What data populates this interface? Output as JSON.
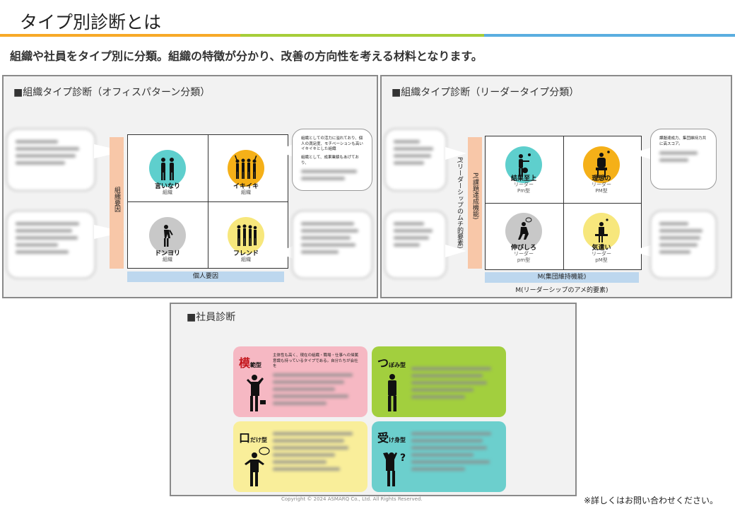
{
  "header": {
    "title": "タイプ別診断とは",
    "subtitle": "組織や社員をタイプ別に分類。組織の特徴が分かり、改善の方向性を考える材料となります。",
    "bar_colors": [
      "#f7a928",
      "#a6ce39",
      "#5aaee0"
    ]
  },
  "panel_org": {
    "title": "■組織タイプ診断（オフィスパターン分類）",
    "axis_vertical": "組織要因",
    "axis_horizontal": "個人要因",
    "cells": [
      {
        "label": "言いなり",
        "sub": "組織",
        "color": "#5ecfcd"
      },
      {
        "label": "イキイキ",
        "sub": "組織",
        "color": "#f5b018"
      },
      {
        "label": "ドンヨリ",
        "sub": "組織",
        "color": "#c8c8c8"
      },
      {
        "label": "フレンド",
        "sub": "組織",
        "color": "#f7e77c"
      }
    ],
    "callout_right_top": "組織としての活力に溢れており、個人の満足度、モチベーションも高いイキイキとした組織",
    "callout_right_top_2": "組織として、成果業績もあげており、"
  },
  "panel_leader": {
    "title": "■組織タイプ診断（リーダータイプ分類）",
    "axis_vertical_outer": "P(リーダーシップのムチ的要素)",
    "axis_vertical_inner": "P(課題達成機能)",
    "axis_horizontal_inner": "M(集団維持機能)",
    "axis_horizontal_outer": "M(リーダーシップのアメ的要素)",
    "cells": [
      {
        "label": "結果至上",
        "role": "リーダー",
        "sub": "Pm型",
        "color": "#5ecfcd"
      },
      {
        "label": "理想の",
        "role": "リーダー",
        "sub": "PM型",
        "color": "#f5b018"
      },
      {
        "label": "伸びしろ",
        "role": "リーダー",
        "sub": "pm型",
        "color": "#c8c8c8"
      },
      {
        "label": "気遣い",
        "role": "リーダー",
        "sub": "pM型",
        "color": "#f7e77c"
      }
    ],
    "callout_right_top": "課題達成力、集団維持力共に高スコア。"
  },
  "panel_staff": {
    "title": "■社員診断",
    "cards": [
      {
        "head": "模",
        "head_small": "範型",
        "color": "#f6b8c3",
        "text": "主体性も高く、現在の組織・職場・仕事への帰属意識も持っているタイプである。自分たちが会社を"
      },
      {
        "head": "つ",
        "head_small": "ぼみ型",
        "color": "#a2cf3e",
        "text": ""
      },
      {
        "head": "口",
        "head_small": "だけ型",
        "color": "#f9ee9a",
        "text": ""
      },
      {
        "head": "受",
        "head_small": "け身型",
        "color": "#6ccfcd",
        "text": ""
      }
    ]
  },
  "footer": {
    "copyright": "Copyright © 2024 ASMARQ Co., Ltd. All Rights Reserved.",
    "note": "※詳しくはお問い合わせください。"
  }
}
